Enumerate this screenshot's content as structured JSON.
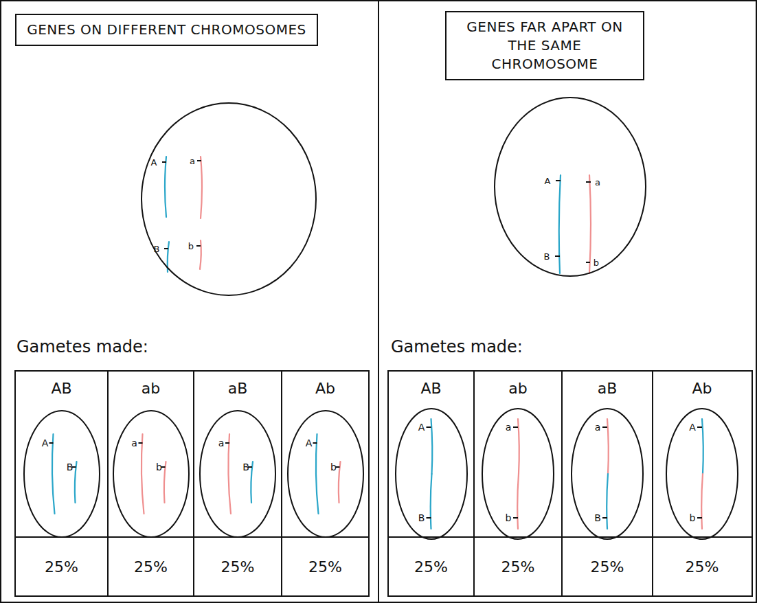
{
  "diagram": {
    "nodes": [
      {
        "text": [
          "GENES ON DIFFERENT CHROMOSOMES"
        ]
      },
      {
        "text": [
          "A",
          "a",
          "B",
          "b"
        ]
      },
      {
        "text": [
          "A",
          "B"
        ]
      },
      {
        "text": [
          "a",
          "b"
        ]
      },
      {
        "text": [
          "a",
          "B"
        ]
      },
      {
        "text": [
          "A",
          "b"
        ]
      },
      {
        "text": [
          "GENES FAR APART ON THE SAME CHROMOSOME"
        ]
      },
      {
        "text": [
          "A",
          "a",
          "B",
          "b"
        ]
      },
      {
        "text": [
          "A",
          "B"
        ]
      },
      {
        "text": [
          "a",
          "b"
        ]
      },
      {
        "text": [
          "a",
          "B"
        ]
      },
      {
        "text": [
          "A",
          "b"
        ]
      }
    ],
    "labels": [
      "Gametes made:",
      "AB",
      "ab",
      "aB",
      "Ab",
      "25%",
      "25%",
      "25%",
      "25%",
      "Gametes made:",
      "AB",
      "ab",
      "aB",
      "Ab",
      "25%",
      "25%",
      "25%",
      "25%"
    ]
  }
}
